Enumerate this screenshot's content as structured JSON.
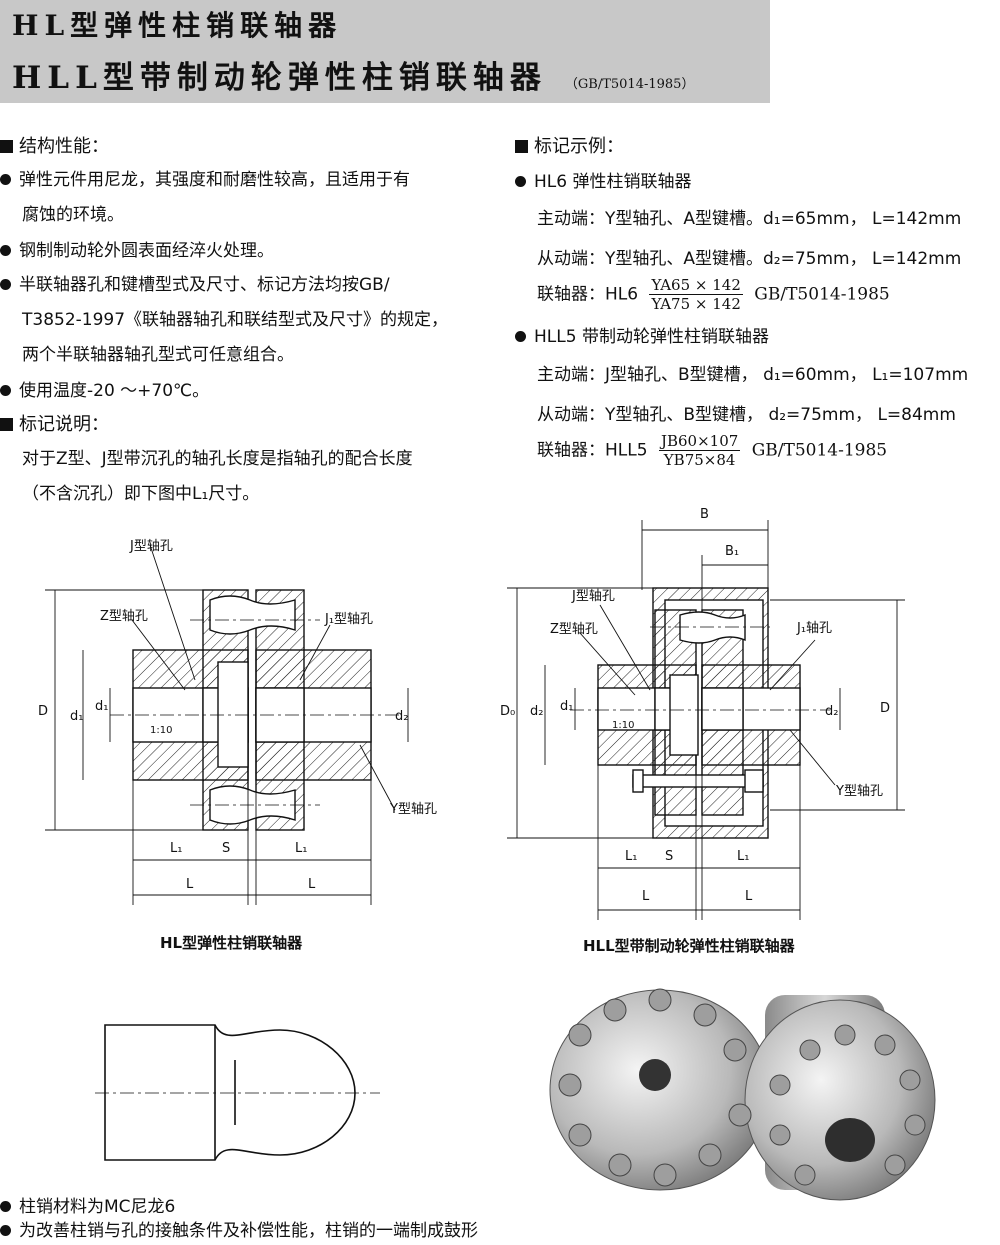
{
  "header": {
    "title1": "HL型弹性柱销联轴器",
    "title2": "HLL型带制动轮弹性柱销联轴器",
    "standard": "（GB/T5014-1985）"
  },
  "left": {
    "sec1": "结构性能：",
    "b1_l1": "弹性元件用尼龙，其强度和耐磨性较高，且适用于有",
    "b1_l2": "腐蚀的环境。",
    "b2": "钢制制动轮外圆表面经淬火处理。",
    "b3_l1": "半联轴器孔和键槽型式及尺寸、标记方法均按GB/",
    "b3_l2": "T3852-1997《联轴器轴孔和联结型式及尺寸》的规定，",
    "b3_l3": "两个半联轴器轴孔型式可任意组合。",
    "b4": "使用温度-20 ～+70℃。",
    "sec2": "标记说明：",
    "note_l1": "对于Z型、J型带沉孔的轴孔长度是指轴孔的配合长度",
    "note_l2": "（不含沉孔）即下图中L₁尺寸。"
  },
  "right": {
    "sec": "标记示例：",
    "ex1_title": "HL6 弹性柱销联轴器",
    "ex1_drive": "主动端：Y型轴孔、A型键槽。d₁=65mm， L=142mm",
    "ex1_driven": "从动端：Y型轴孔、A型键槽。d₂=75mm， L=142mm",
    "ex1_cp_label": "联轴器：HL6",
    "ex1_cp_num": "YA65 × 142",
    "ex1_cp_den": "YA75 × 142",
    "ex1_cp_std": "GB/T5014-1985",
    "ex2_title": "HLL5 带制动轮弹性柱销联轴器",
    "ex2_drive": "主动端：J型轴孔、B型键槽， d₁=60mm， L₁=107mm",
    "ex2_driven": "从动端：Y型轴孔、B型键槽， d₂=75mm， L=84mm",
    "ex2_cp_label": "联轴器：HLL5",
    "ex2_cp_num": "JB60×107",
    "ex2_cp_den": "YB75×84",
    "ex2_cp_std": "GB/T5014-1985"
  },
  "fig1": {
    "caption": "HL型弹性柱销联轴器",
    "j": "J型轴孔",
    "z": "Z型轴孔",
    "j1": "J₁型轴孔",
    "y": "Y型轴孔",
    "D": "D",
    "d1": "d₁",
    "d2": "d₁",
    "d3": "d₂",
    "taper": "1:10",
    "L1a": "L₁",
    "S": "S",
    "L1b": "L₁",
    "La": "L",
    "Lb": "L"
  },
  "fig2": {
    "caption": "HLL型带制动轮弹性柱销联轴器",
    "B": "B",
    "B1": "B₁",
    "j": "J型轴孔",
    "z": "Z型轴孔",
    "j1": "J₁轴孔",
    "y": "Y型轴孔",
    "D0": "D₀",
    "d2a": "d₂",
    "d1": "d₁",
    "d2b": "d₂",
    "D": "D",
    "taper": "1:10",
    "L1a": "L₁",
    "S": "S",
    "L1b": "L₁",
    "La": "L",
    "Lb": "L"
  },
  "footer": {
    "b1": "柱销材料为MC尼龙6",
    "b2": "为改善柱销与孔的接触条件及补偿性能，柱销的一端制成鼓形"
  }
}
